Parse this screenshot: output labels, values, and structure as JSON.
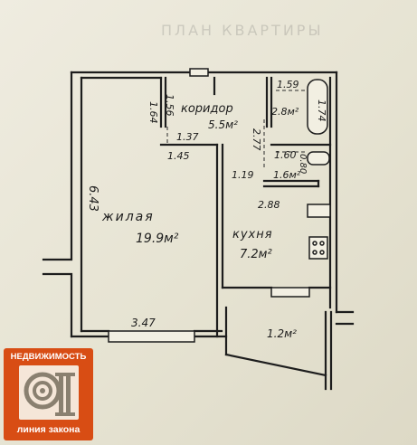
{
  "header_faint": "ПЛАН КВАРТИРЫ",
  "rooms": {
    "corridor": {
      "name": "коридор",
      "area": "5.5м²"
    },
    "living": {
      "name": "жилая",
      "area": "19.9м²"
    },
    "kitchen": {
      "name": "кухня",
      "area": "7.2м²"
    },
    "bathroom": {
      "area": "2.8м²"
    },
    "wc": {
      "area": "1.6м²"
    },
    "balcony": {
      "area": "1.2м²"
    }
  },
  "dimensions": {
    "d_643": "6.43",
    "d_164": "1.64",
    "d_156": "1.56",
    "d_137": "1.37",
    "d_145": "1.45",
    "d_159": "1.59",
    "d_174": "1.74",
    "d_277": "2.77",
    "d_160": "1.60",
    "d_080": "0.80",
    "d_119": "1.19",
    "d_288": "2.88",
    "d_347": "3.47"
  },
  "logo": {
    "top_text": "НЕДВИЖИМОСТЬ",
    "bottom_text": "линия закона",
    "accent_color": "#d84d14"
  }
}
